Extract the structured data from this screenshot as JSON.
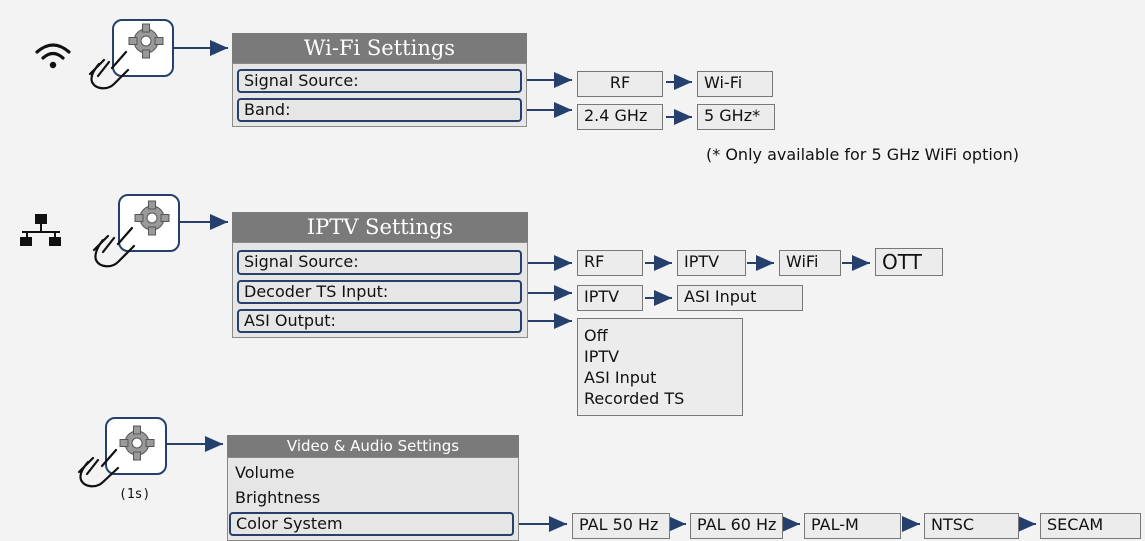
{
  "wifi": {
    "title": "Wi-Fi Settings",
    "rows": [
      "Signal Source:",
      "Band:"
    ],
    "signal_options": [
      "RF",
      "Wi-Fi"
    ],
    "band_options": [
      "2.4 GHz",
      "5 GHz*"
    ],
    "note": "(* Only available for 5 GHz WiFi option)"
  },
  "iptv": {
    "title": "IPTV Settings",
    "rows": [
      "Signal Source:",
      "Decoder TS Input:",
      "ASI Output:"
    ],
    "signal_options": [
      "RF",
      "IPTV",
      "WiFi",
      "OTT"
    ],
    "decoder_options": [
      "IPTV",
      "ASI Input"
    ],
    "asi_options": [
      "Off",
      "IPTV",
      "ASI Input",
      "Recorded TS"
    ]
  },
  "video_audio": {
    "title": "Video & Audio Settings",
    "items": [
      "Volume",
      "Brightness",
      "Color System"
    ],
    "hold_label": "(1s)",
    "color_options": [
      "PAL 50 Hz",
      "PAL 60 Hz",
      "PAL-M",
      "NTSC",
      "SECAM"
    ]
  },
  "icons": [
    "wifi-icon",
    "network-icon",
    "hand-pointer-icon",
    "gear-icon"
  ],
  "colors": {
    "accent": "#26406e",
    "title_bg": "#7a7a7a",
    "panel_bg": "#e6e6e6"
  }
}
